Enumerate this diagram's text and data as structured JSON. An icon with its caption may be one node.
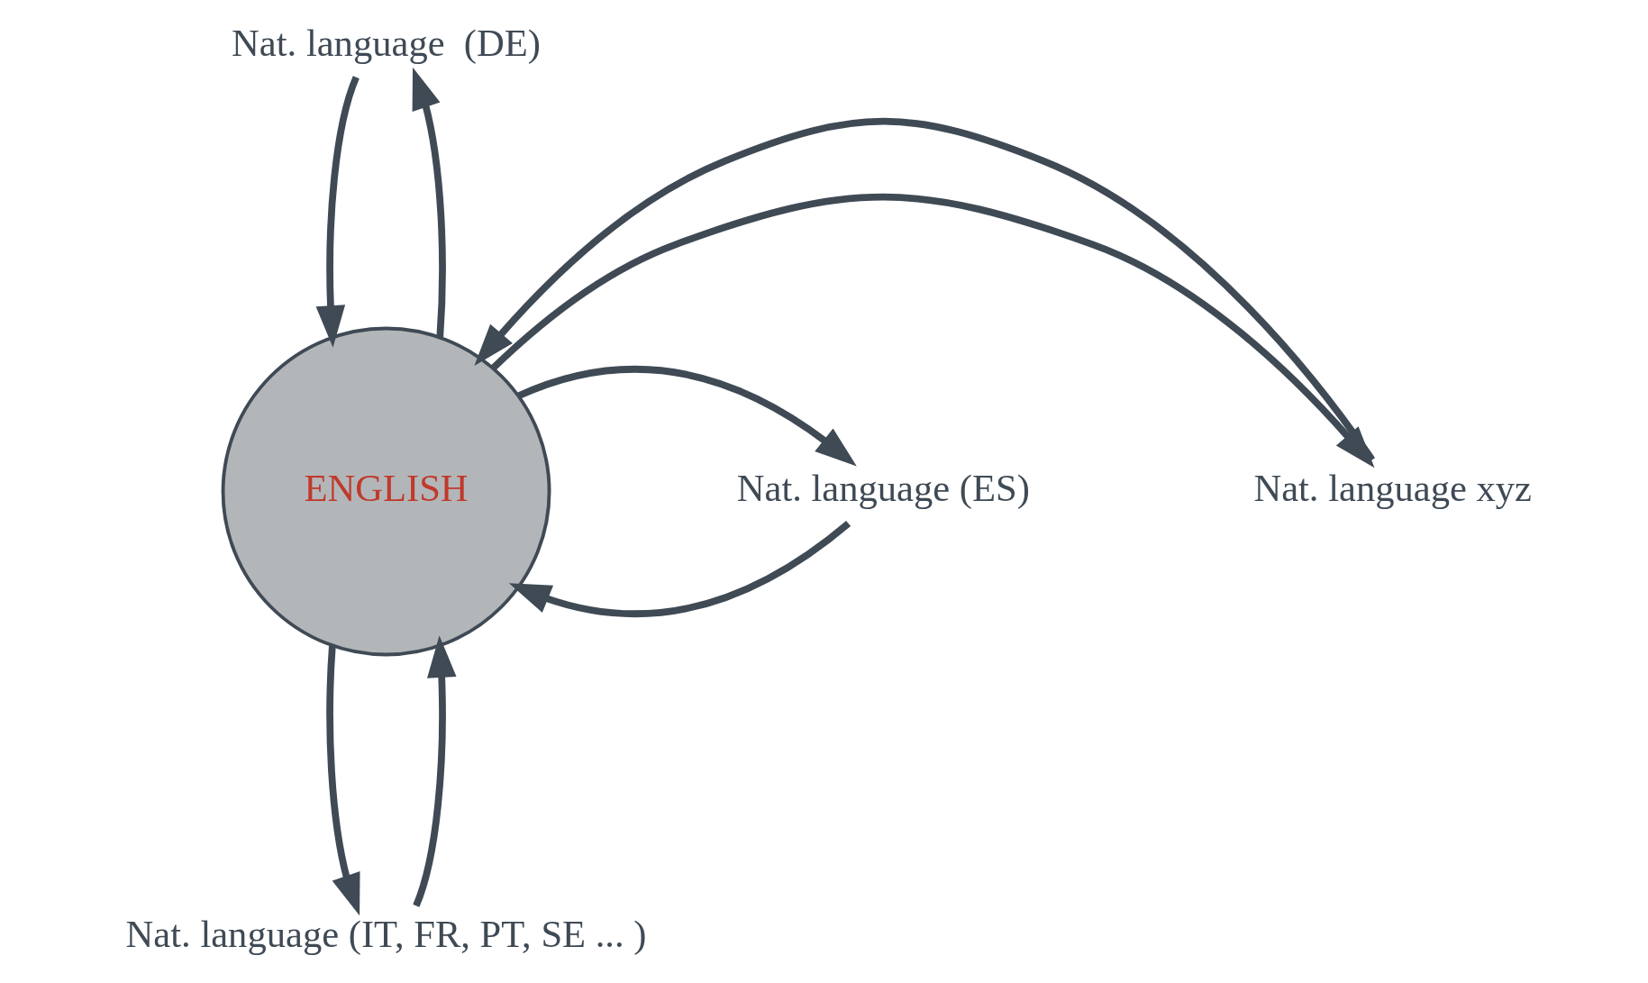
{
  "diagram": {
    "nodes": [
      {
        "text": [
          "Nat. language  (DE)"
        ]
      },
      {
        "text": [
          "Nat. language xyz"
        ]
      },
      {
        "text": [
          "ENGLISH"
        ]
      },
      {
        "text": [
          "Nat. language (ES)"
        ]
      },
      {
        "text": [
          "Nat. language (IT, FR, PT, SE ... )"
        ]
      }
    ],
    "edges": [
      {
        "from": 0,
        "to": 2,
        "arrow": "to"
      },
      {
        "from": 2,
        "to": 0,
        "arrow": "to"
      },
      {
        "from": 2,
        "to": 1,
        "arrow": "to"
      },
      {
        "from": 1,
        "to": 2,
        "arrow": "to"
      },
      {
        "from": 3,
        "to": 2,
        "arrow": "to"
      },
      {
        "from": 2,
        "to": 3,
        "arrow": "to"
      },
      {
        "from": 4,
        "to": 2,
        "arrow": "to"
      },
      {
        "from": 2,
        "to": 4,
        "arrow": "to"
      }
    ]
  }
}
